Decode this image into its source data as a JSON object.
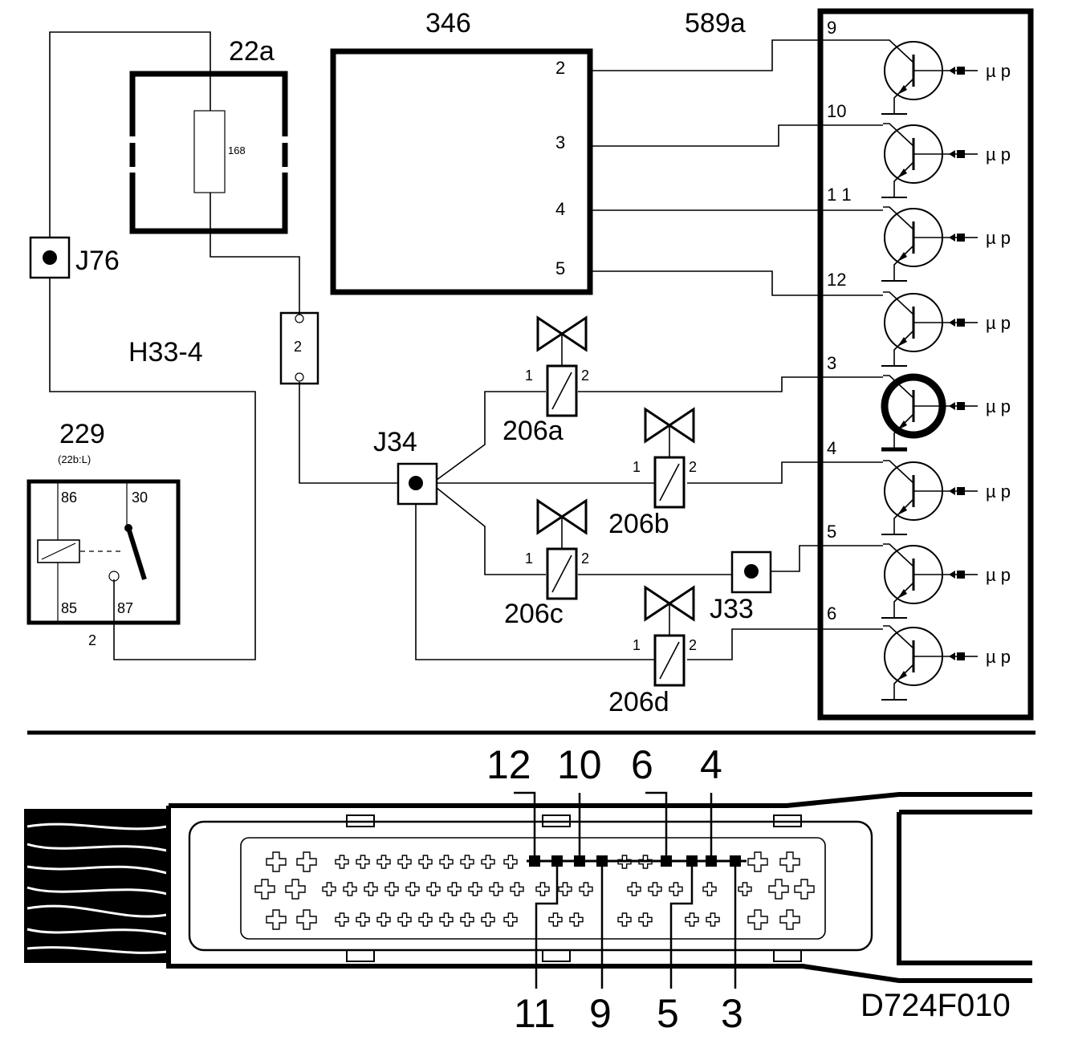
{
  "top": {
    "title_346": "346",
    "title_589a": "589a",
    "title_22a": "22a",
    "fuse": "168",
    "j76": "J76",
    "h33": "H33-4",
    "conn2": "2",
    "j34": "J34",
    "j33": "J33",
    "relay_title": "229",
    "relay_sub": "(22b:L)",
    "relay_pins": [
      "86",
      "30",
      "85",
      "87"
    ],
    "relay_wire": "2"
  },
  "box346_pins": [
    "2",
    "3",
    "4",
    "5"
  ],
  "ecu_pins": [
    "9",
    "10",
    "1 1",
    "12",
    "3",
    "4",
    "5",
    "6"
  ],
  "mu_label": "µ p",
  "valves": [
    {
      "name": "206a",
      "pin1": "1",
      "pin2": "2"
    },
    {
      "name": "206b",
      "pin1": "1",
      "pin2": "2"
    },
    {
      "name": "206c",
      "pin1": "1",
      "pin2": "2"
    },
    {
      "name": "206d",
      "pin1": "1",
      "pin2": "2"
    }
  ],
  "connector_top_labels": [
    "12",
    "10",
    "6",
    "4"
  ],
  "connector_bottom_labels": [
    "11",
    "9",
    "5",
    "3"
  ],
  "drawing_code": "D724F010"
}
